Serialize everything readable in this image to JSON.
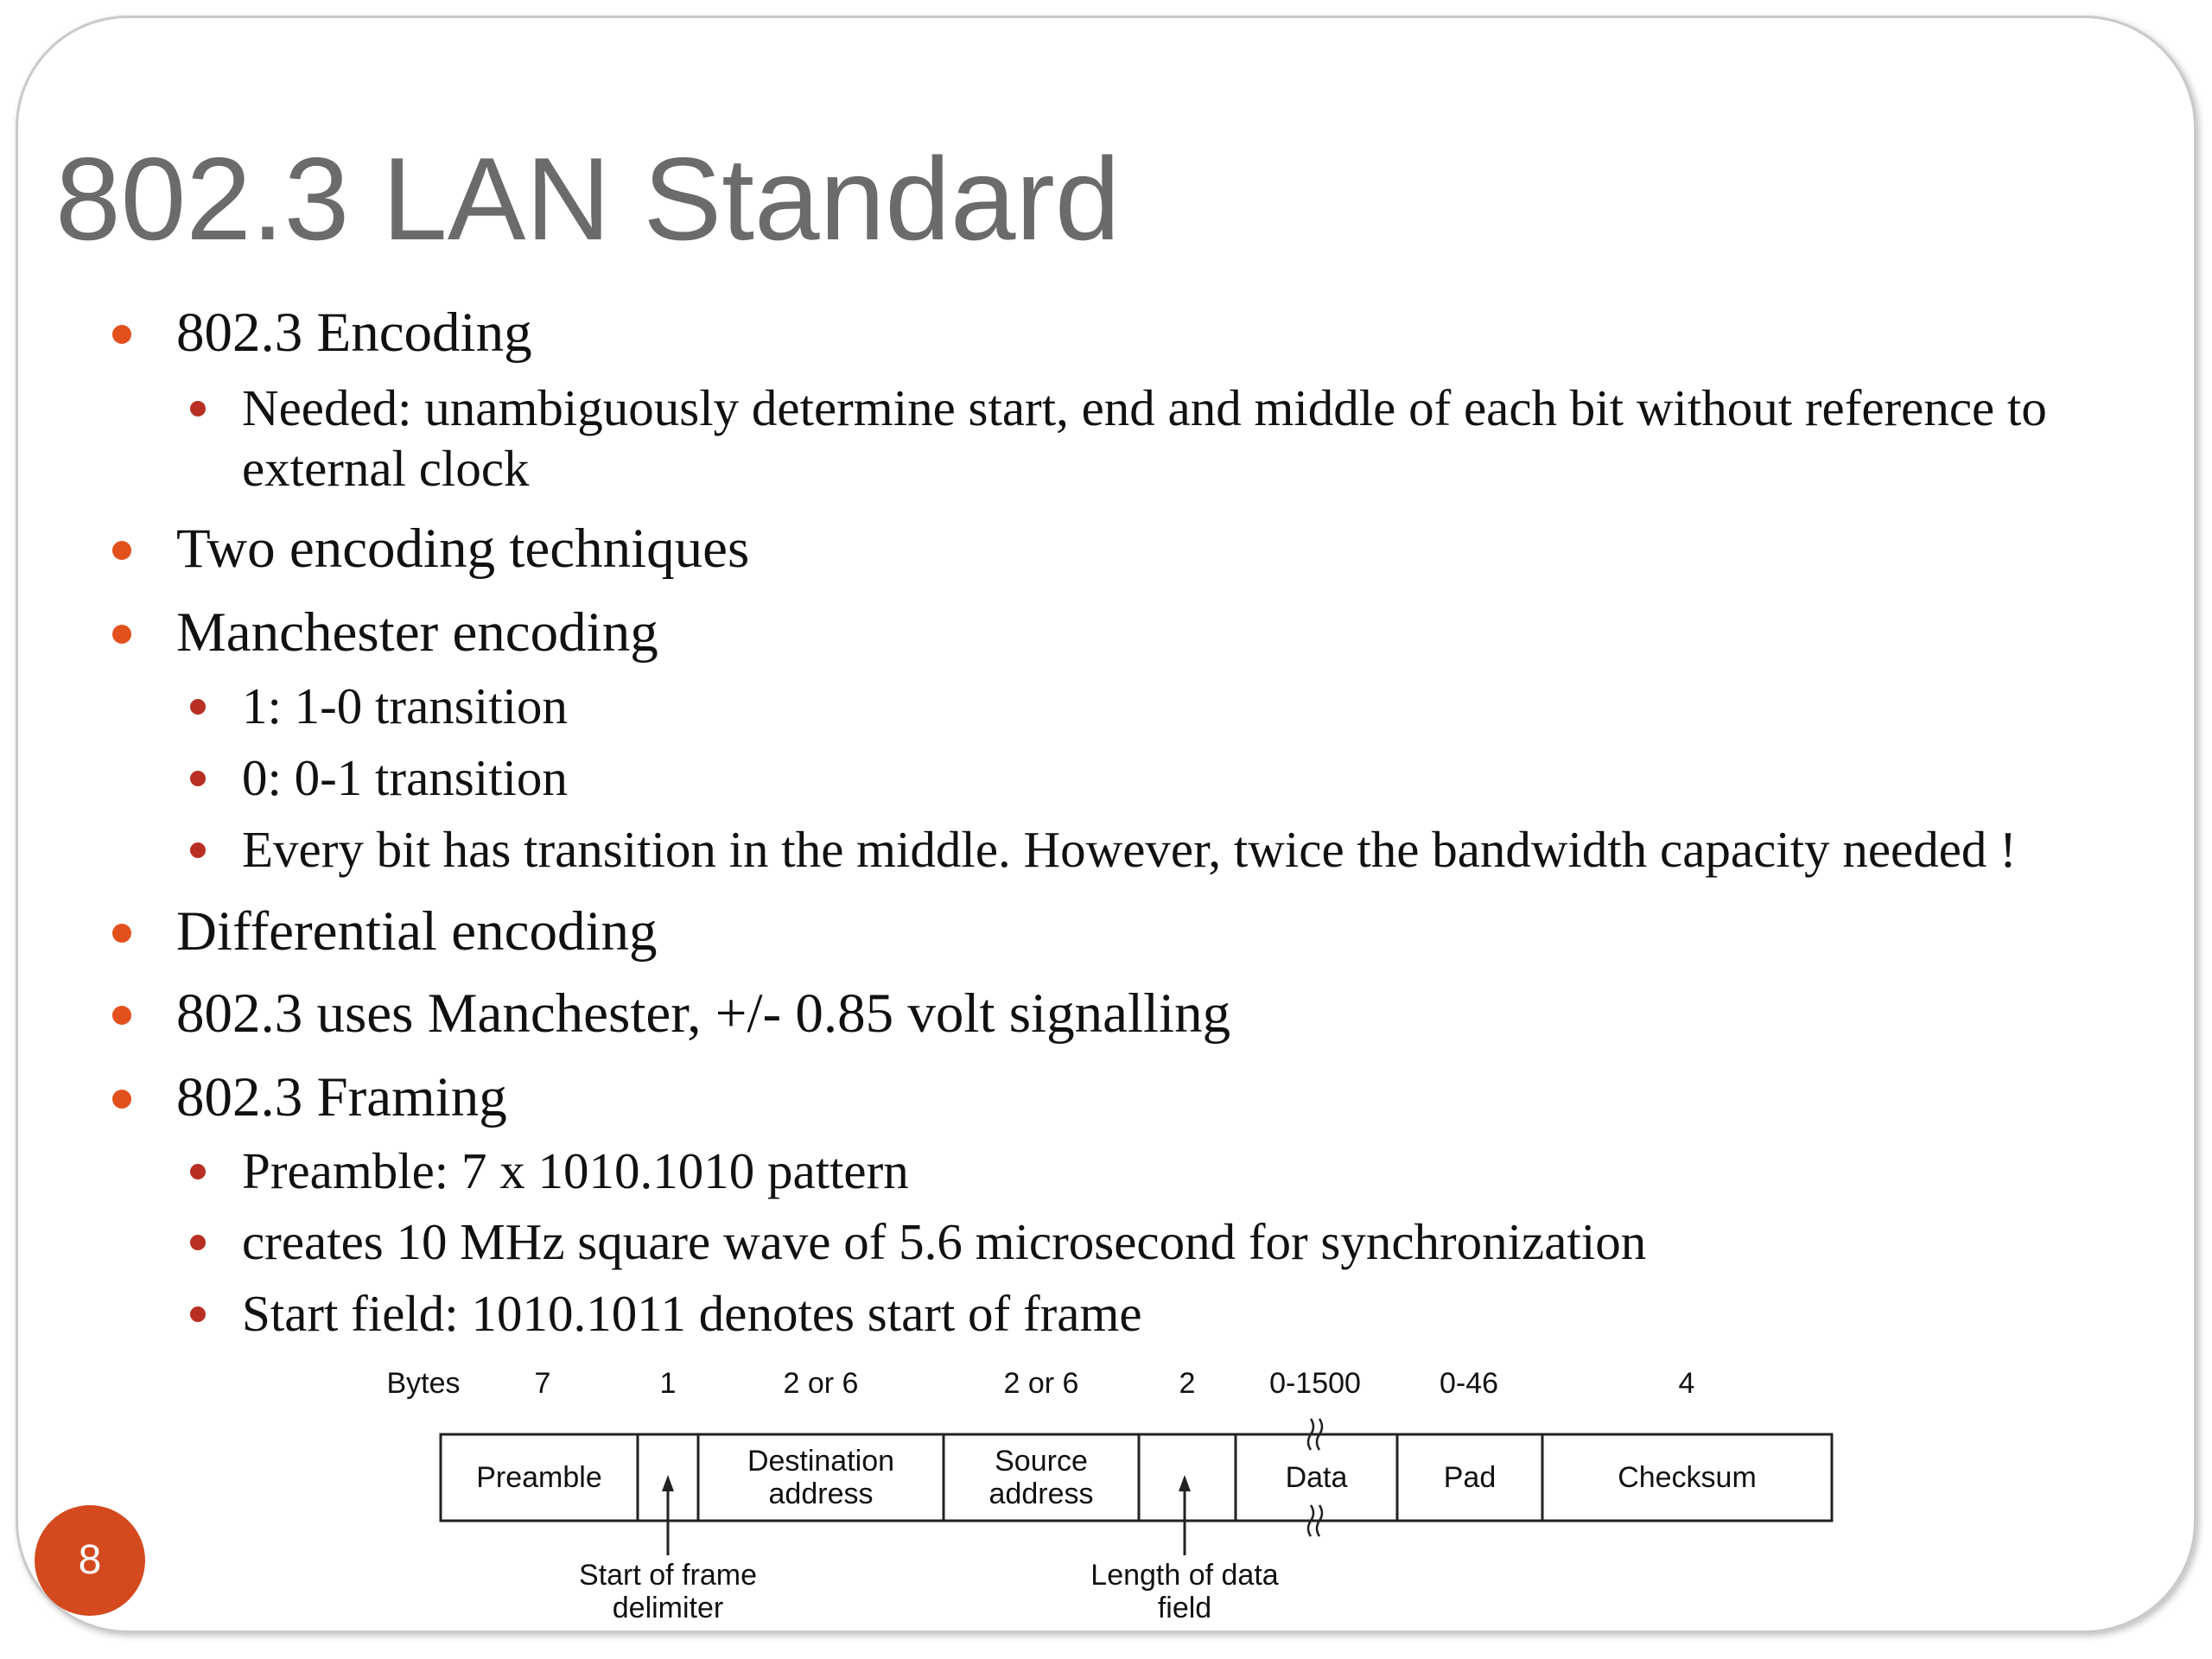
{
  "slide": {
    "title": "802.3 LAN Standard",
    "page_number": "8",
    "bullets": [
      {
        "level": 1,
        "text": "802.3 Encoding"
      },
      {
        "level": 2,
        "text": "Needed: unambiguously determine start, end and middle of each bit without reference to external clock"
      },
      {
        "level": 1,
        "text": "Two encoding techniques"
      },
      {
        "level": 1,
        "text": "Manchester encoding"
      },
      {
        "level": 2,
        "text": "1: 1-0 transition"
      },
      {
        "level": 2,
        "text": "0: 0-1 transition"
      },
      {
        "level": 2,
        "text": "Every bit has transition in the middle. However, twice the bandwidth capacity needed !"
      },
      {
        "level": 1,
        "text": "Differential encoding"
      },
      {
        "level": 1,
        "text": "802.3 uses Manchester, +/- 0.85 volt signalling"
      },
      {
        "level": 1,
        "text": "802.3 Framing"
      },
      {
        "level": 2,
        "text": "Preamble: 7 x 1010.1010 pattern"
      },
      {
        "level": 2,
        "text": "creates 10 MHz square wave of 5.6 microsecond for synchronization"
      },
      {
        "level": 2,
        "text": "Start field: 1010.1011 denotes start of frame"
      }
    ],
    "colors": {
      "title": "#6b6b6b",
      "bullet_level1": "#e2511d",
      "bullet_level2": "#b92f23",
      "page_badge": "#d4491e"
    }
  },
  "frame_diagram": {
    "bytes_label": "Bytes",
    "fields": [
      {
        "bytes": "7",
        "name": "Preamble"
      },
      {
        "bytes": "1",
        "name": ""
      },
      {
        "bytes": "2 or 6",
        "name": "Destination address"
      },
      {
        "bytes": "2 or 6",
        "name": "Source address"
      },
      {
        "bytes": "2",
        "name": ""
      },
      {
        "bytes": "0-1500",
        "name": "Data"
      },
      {
        "bytes": "0-46",
        "name": "Pad"
      },
      {
        "bytes": "4",
        "name": "Checksum"
      }
    ],
    "annotations": {
      "start_delimiter": "Start of frame delimiter",
      "length_field": "Length of data field"
    }
  }
}
